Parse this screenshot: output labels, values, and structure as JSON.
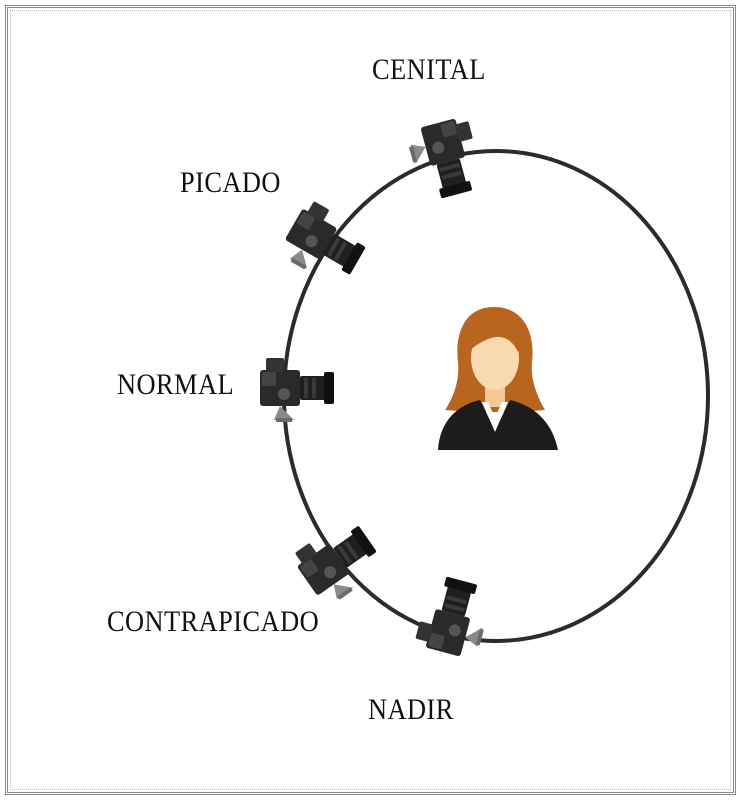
{
  "diagram": {
    "labels": {
      "cenital": "CENITAL",
      "picado": "PICADO",
      "normal": "NORMAL",
      "contrapicado": "CONTRAPICADO",
      "nadir": "NADIR"
    },
    "subject_icon": "woman-avatar-icon",
    "camera_icon": "video-camera-icon",
    "colors": {
      "circle": "#2b2b2b",
      "camera_body": "#2a2a2a",
      "hair": "#b8651f",
      "skin": "#f8d9b0",
      "suit": "#1c1c1c"
    }
  }
}
